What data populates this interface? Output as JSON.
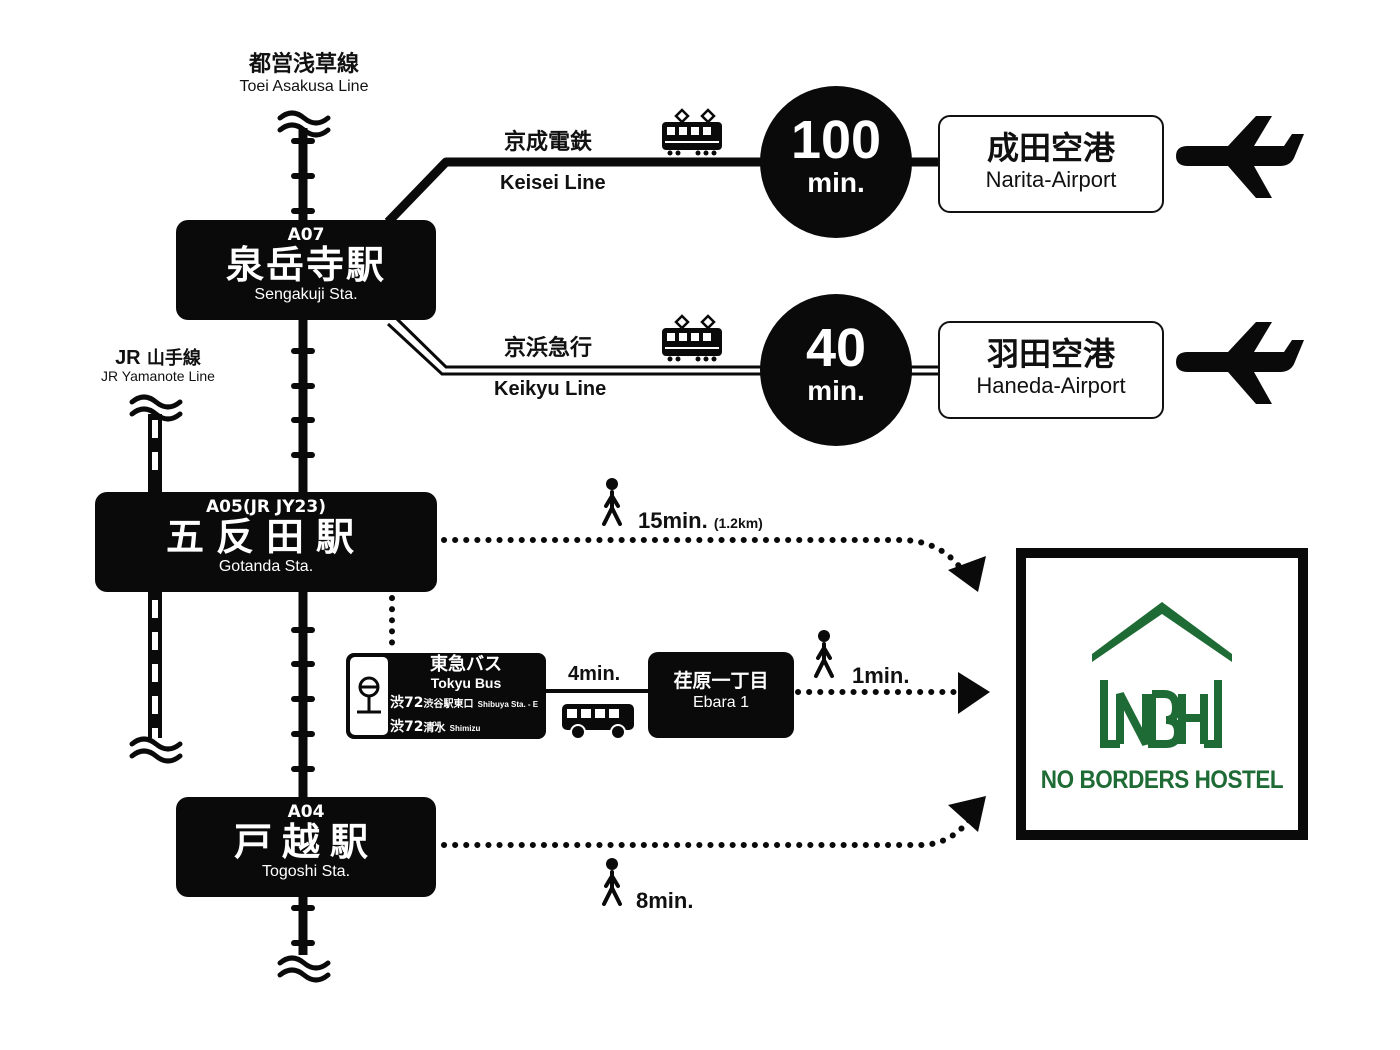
{
  "colors": {
    "ink": "#0a0a0a",
    "background": "#ffffff",
    "brand_green": "#1f6b35"
  },
  "lines": {
    "asakusa": {
      "name_jp": "都営浅草線",
      "name_en": "Toei Asakusa Line"
    },
    "yamanote": {
      "name_jp_prefix": "JR",
      "name_jp": "山手線",
      "name_en": "JR Yamanote Line"
    },
    "keisei": {
      "name_jp": "京成電鉄",
      "name_en": "Keisei Line",
      "icon": "train-icon"
    },
    "keikyu": {
      "name_jp": "京浜急行",
      "name_en": "Keikyu Line",
      "icon": "train-icon"
    }
  },
  "stations": {
    "sengakuji": {
      "code": "A07",
      "name_jp": "泉岳寺駅",
      "name_en": "Sengakuji Sta."
    },
    "gotanda": {
      "code": "A05(JR JY23)",
      "name_jp": "五反田駅",
      "name_en": "Gotanda Sta."
    },
    "togoshi": {
      "code": "A04",
      "name_jp": "戸越駅",
      "name_en": "Togoshi Sta."
    }
  },
  "airports": {
    "narita": {
      "time": "100",
      "unit": "min.",
      "name_jp": "成田空港",
      "name_en": "Narita-Airport",
      "icon": "airplane-icon"
    },
    "haneda": {
      "time": "40",
      "unit": "min.",
      "name_jp": "羽田空港",
      "name_en": "Haneda-Airport",
      "icon": "airplane-icon"
    }
  },
  "walks": {
    "gotanda": {
      "time": "15min.",
      "distance": "(1.2km)",
      "icon": "walker-icon"
    },
    "ebara": {
      "time": "1min.",
      "icon": "walker-icon"
    },
    "togoshi": {
      "time": "8min.",
      "icon": "walker-icon"
    }
  },
  "bus": {
    "icon": "bus-stop-icon",
    "operator_jp": "東急バス",
    "operator_en": "Tokyu Bus",
    "route1_num": "渋72",
    "route1_jp": "渋谷駅東口",
    "route1_en": "Shibuya Sta. - E",
    "or": "or",
    "route2_num": "渋72",
    "route2_jp": "清水",
    "route2_en": "Shimizu",
    "time": "4min.",
    "vehicle_icon": "bus-icon"
  },
  "bus_stop": {
    "name_jp": "荏原一丁目",
    "name_en": "Ebara 1"
  },
  "hostel": {
    "logo": "NBH",
    "name": "NO BORDERS HOSTEL"
  }
}
